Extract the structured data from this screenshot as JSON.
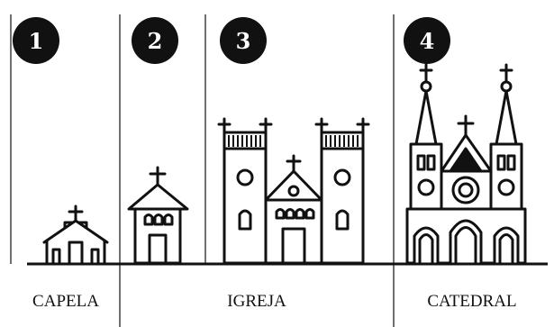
{
  "figure": {
    "badges": [
      "1",
      "2",
      "3",
      "4"
    ],
    "labels": {
      "chapel": "CAPELA",
      "church": "IGREJA",
      "cathedral": "CATEDRAL"
    }
  }
}
